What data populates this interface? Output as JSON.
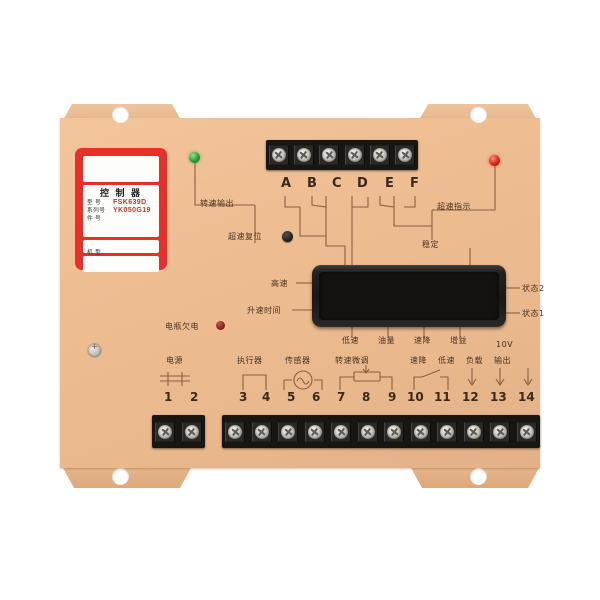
{
  "device": {
    "name": "speed-controller-board",
    "body_color": "#eebd92",
    "background_color": "#ffffff"
  },
  "label": {
    "title": "控 制 器",
    "rows": [
      {
        "key": "型  号",
        "value": "FSK639D"
      },
      {
        "key": "系列号",
        "value": "YK050G19"
      },
      {
        "key": "件  号",
        "value": ""
      }
    ],
    "model_key": "机  型",
    "border_color": "#e8302a"
  },
  "indicators": {
    "speed_output": "转速输出",
    "overspeed_reset": "超速复位",
    "overspeed_indicator": "超速指示",
    "battery_low": "电瓶欠电",
    "led_green_name": "green-led",
    "led_red_name": "red-led",
    "led_battery_name": "battery-low-led"
  },
  "top_terminals": {
    "letters": [
      "A",
      "B",
      "C",
      "D",
      "E",
      "F"
    ],
    "count": 6
  },
  "module_labels": {
    "top": "稳定",
    "left": [
      "高速",
      "升速时间"
    ],
    "bottom": [
      "低速",
      "油量",
      "速降",
      "增益"
    ],
    "right": [
      "状态2",
      "状态1"
    ]
  },
  "bottom_terminals": {
    "power_label": "电源",
    "power_numbers": [
      "1",
      "2"
    ],
    "groups": [
      {
        "label": "执行器",
        "numbers": [
          "3",
          "4"
        ]
      },
      {
        "label": "传感器",
        "numbers": [
          "5",
          "6"
        ]
      },
      {
        "label": "转速微调",
        "numbers": [
          "7",
          "8",
          "9"
        ]
      },
      {
        "label": "速降",
        "numbers": [
          "10",
          "11"
        ]
      },
      {
        "label": "低速",
        "numbers": [
          "12"
        ]
      },
      {
        "label": "负载",
        "numbers": [
          "13"
        ]
      },
      {
        "label": "输出",
        "numbers": [
          "14"
        ]
      }
    ],
    "voltage_note": "10V",
    "all_numbers": [
      "1",
      "2",
      "3",
      "4",
      "5",
      "6",
      "7",
      "8",
      "9",
      "10",
      "11",
      "12",
      "13",
      "14"
    ]
  }
}
